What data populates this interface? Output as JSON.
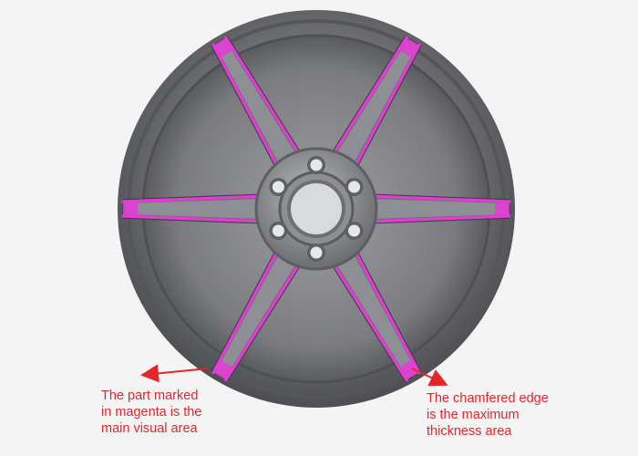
{
  "scene": {
    "subject": "alloy-wheel",
    "spoke_count": 6,
    "lug_nut_count": 6,
    "colors": {
      "background": "#f4f4f5",
      "rim_metal": "#6e6f73",
      "rim_dark": "#3f4044",
      "rim_light": "#a9aaae",
      "highlight": "#e63ad8",
      "annotation": "#e3262b"
    }
  },
  "annotations": {
    "left": "The part marked\nin magenta is the\nmain visual area",
    "right": "The chamfered edge\nis the maximum\nthickness  area"
  }
}
